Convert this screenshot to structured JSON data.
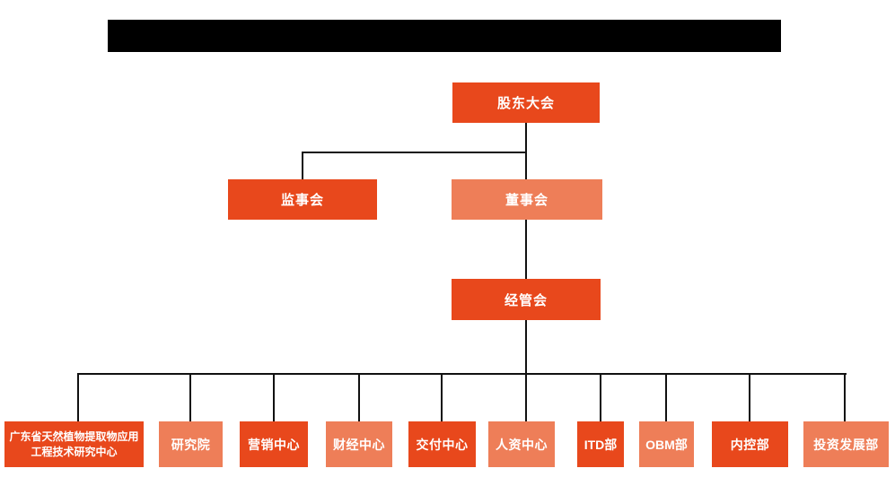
{
  "colors": {
    "primary": "#E8481C",
    "secondary": "#EE7E58",
    "connector": "#111111",
    "node_text": "#FFFFFF",
    "redaction": "#000000",
    "background": "#FFFFFF"
  },
  "org_chart": {
    "root": {
      "label": "股东大会",
      "variant": "primary"
    },
    "level2": [
      {
        "label": "监事会",
        "variant": "primary"
      },
      {
        "label": "董事会",
        "variant": "secondary"
      }
    ],
    "level3": {
      "label": "经管会",
      "variant": "primary"
    },
    "departments": [
      {
        "label": "广东省天然植物提取物应用工程技术研究中心",
        "variant": "secondary"
      },
      {
        "label": "研究院",
        "variant": "primary"
      },
      {
        "label": "营销中心",
        "variant": "secondary"
      },
      {
        "label": "财经中心",
        "variant": "primary"
      },
      {
        "label": "交付中心",
        "variant": "secondary"
      },
      {
        "label": "人资中心",
        "variant": "primary"
      },
      {
        "label": "ITD部",
        "variant": "secondary"
      },
      {
        "label": "OBM部",
        "variant": "primary"
      },
      {
        "label": "内控部",
        "variant": "secondary"
      },
      {
        "label": "投资发展部",
        "variant": "primary"
      }
    ]
  }
}
